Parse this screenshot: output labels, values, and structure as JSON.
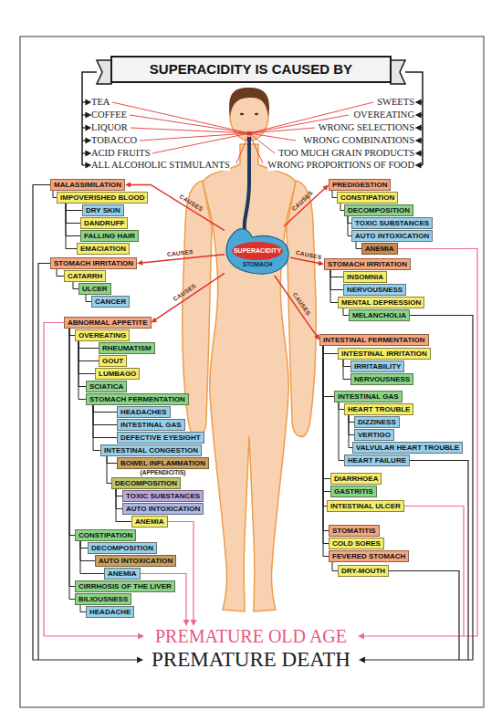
{
  "diagram": {
    "title": "SUPERACIDITY IS CAUSED BY",
    "nodes": [
      {
        "text": [
          "SUPERACIDITY",
          "STOMACH"
        ]
      },
      {
        "text": [
          "MALASSIMILATION"
        ]
      },
      {
        "text": [
          "IMPOVERISHED BLOOD"
        ]
      },
      {
        "text": [
          "DRY SKIN"
        ]
      },
      {
        "text": [
          "DANDRUFF"
        ]
      },
      {
        "text": [
          "FALLING HAIR"
        ]
      },
      {
        "text": [
          "EMACIATION"
        ]
      },
      {
        "text": [
          "STOMACH IRRITATION"
        ]
      },
      {
        "text": [
          "CATARRH"
        ]
      },
      {
        "text": [
          "ULCER"
        ]
      },
      {
        "text": [
          "CANCER"
        ]
      },
      {
        "text": [
          "ABNORMAL APPETITE"
        ]
      },
      {
        "text": [
          "OVEREATING"
        ]
      },
      {
        "text": [
          "RHEUMATISM"
        ]
      },
      {
        "text": [
          "GOUT"
        ]
      },
      {
        "text": [
          "LUMBAGO"
        ]
      },
      {
        "text": [
          "SCIATICA"
        ]
      },
      {
        "text": [
          "STOMACH FERMENTATION"
        ]
      },
      {
        "text": [
          "HEADACHES"
        ]
      },
      {
        "text": [
          "INTESTINAL GAS"
        ]
      },
      {
        "text": [
          "DEFECTIVE EYESIGHT"
        ]
      },
      {
        "text": [
          "INTESTINAL CONGESTION"
        ]
      },
      {
        "text": [
          "BOWEL INFLAMMATION",
          "(APPENDICITIS)"
        ]
      },
      {
        "text": [
          "DECOMPOSITION"
        ]
      },
      {
        "text": [
          "TOXIC SUBSTANCES"
        ]
      },
      {
        "text": [
          "AUTO INTOXICATION"
        ]
      },
      {
        "text": [
          "ANEMIA"
        ]
      },
      {
        "text": [
          "CONSTIPATION"
        ]
      },
      {
        "text": [
          "DECOMPOSITION"
        ]
      },
      {
        "text": [
          "AUTO INTOXICATION"
        ]
      },
      {
        "text": [
          "ANEMIA"
        ]
      },
      {
        "text": [
          "CIRRHOSIS OF THE LIVER"
        ]
      },
      {
        "text": [
          "BILIOUSNESS"
        ]
      },
      {
        "text": [
          "HEADACHE"
        ]
      },
      {
        "text": [
          "PREDIGESTION"
        ]
      },
      {
        "text": [
          "CONSTIPATION"
        ]
      },
      {
        "text": [
          "DECOMPOSITION"
        ]
      },
      {
        "text": [
          "TOXIC SUBSTANCES"
        ]
      },
      {
        "text": [
          "AUTO INTOXICATION"
        ]
      },
      {
        "text": [
          "ANEMIA"
        ]
      },
      {
        "text": [
          "STOMACH IRRITATION"
        ]
      },
      {
        "text": [
          "INSOMNIA"
        ]
      },
      {
        "text": [
          "NERVOUSNESS"
        ]
      },
      {
        "text": [
          "MENTAL DEPRESSION"
        ]
      },
      {
        "text": [
          "MELANCHOLIA"
        ]
      },
      {
        "text": [
          "INTESTINAL FERMENTATION"
        ]
      },
      {
        "text": [
          "INTESTINAL IRRITATION"
        ]
      },
      {
        "text": [
          "IRRITABILITY"
        ]
      },
      {
        "text": [
          "NERVOUSNESS"
        ]
      },
      {
        "text": [
          "INTESTINAL GAS"
        ]
      },
      {
        "text": [
          "HEART TROUBLE"
        ]
      },
      {
        "text": [
          "DIZZINESS"
        ]
      },
      {
        "text": [
          "VERTIGO"
        ]
      },
      {
        "text": [
          "VALVULAR HEART TROUBLE"
        ]
      },
      {
        "text": [
          "HEART FAILURE"
        ]
      },
      {
        "text": [
          "DIARRHOEA"
        ]
      },
      {
        "text": [
          "GASTRITIS"
        ]
      },
      {
        "text": [
          "INTESTINAL ULCER"
        ]
      },
      {
        "text": [
          "STOMATITIS"
        ]
      },
      {
        "text": [
          "COLD SORES"
        ]
      },
      {
        "text": [
          "FEVERED STOMACH"
        ]
      },
      {
        "text": [
          "DRY-MOUTH"
        ]
      }
    ],
    "edges": [
      {
        "from": 0,
        "to": 1,
        "label": "CAUSES",
        "arrow": "to"
      },
      {
        "from": 0,
        "to": 34,
        "label": "CAUSES",
        "arrow": "to"
      },
      {
        "from": 0,
        "to": 7,
        "label": "CAUSES",
        "arrow": "to"
      },
      {
        "from": 0,
        "to": 40,
        "label": "CAUSES",
        "arrow": "to"
      },
      {
        "from": 0,
        "to": 11,
        "label": "CAUSES",
        "arrow": "to"
      },
      {
        "from": 0,
        "to": 45,
        "label": "CAUSES",
        "arrow": "to"
      },
      {
        "from": 1,
        "to": 2,
        "arrow": "none"
      },
      {
        "from": 2,
        "to": 3,
        "arrow": "none"
      },
      {
        "from": 2,
        "to": 4,
        "arrow": "none"
      },
      {
        "from": 2,
        "to": 5,
        "arrow": "none"
      },
      {
        "from": 2,
        "to": 6,
        "arrow": "none"
      },
      {
        "from": 7,
        "to": 8,
        "arrow": "none"
      },
      {
        "from": 8,
        "to": 9,
        "arrow": "none"
      },
      {
        "from": 9,
        "to": 10,
        "arrow": "none"
      },
      {
        "from": 11,
        "to": 12,
        "arrow": "none"
      },
      {
        "from": 11,
        "to": 27,
        "arrow": "none"
      },
      {
        "from": 11,
        "to": 31,
        "arrow": "none"
      },
      {
        "from": 11,
        "to": 32,
        "arrow": "none"
      },
      {
        "from": 12,
        "to": 13,
        "arrow": "none"
      },
      {
        "from": 12,
        "to": 14,
        "arrow": "none"
      },
      {
        "from": 12,
        "to": 15,
        "arrow": "none"
      },
      {
        "from": 12,
        "to": 16,
        "arrow": "none"
      },
      {
        "from": 12,
        "to": 17,
        "arrow": "none"
      },
      {
        "from": 17,
        "to": 18,
        "arrow": "none"
      },
      {
        "from": 17,
        "to": 19,
        "arrow": "none"
      },
      {
        "from": 17,
        "to": 20,
        "arrow": "none"
      },
      {
        "from": 17,
        "to": 21,
        "arrow": "none"
      },
      {
        "from": 21,
        "to": 22,
        "arrow": "none"
      },
      {
        "from": 21,
        "to": 23,
        "arrow": "none"
      },
      {
        "from": 23,
        "to": 24,
        "arrow": "none"
      },
      {
        "from": 23,
        "to": 25,
        "arrow": "none"
      },
      {
        "from": 23,
        "to": 26,
        "arrow": "none"
      },
      {
        "from": 27,
        "to": 28,
        "arrow": "none"
      },
      {
        "from": 27,
        "to": 29,
        "arrow": "none"
      },
      {
        "from": 27,
        "to": 30,
        "arrow": "none"
      },
      {
        "from": 32,
        "to": 33,
        "arrow": "none"
      },
      {
        "from": 34,
        "to": 35,
        "arrow": "none"
      },
      {
        "from": 35,
        "to": 36,
        "arrow": "none"
      },
      {
        "from": 36,
        "to": 37,
        "arrow": "none"
      },
      {
        "from": 36,
        "to": 38,
        "arrow": "none"
      },
      {
        "from": 38,
        "to": 39,
        "arrow": "none"
      },
      {
        "from": 40,
        "to": 41,
        "arrow": "none"
      },
      {
        "from": 40,
        "to": 42,
        "arrow": "none"
      },
      {
        "from": 40,
        "to": 43,
        "arrow": "none"
      },
      {
        "from": 43,
        "to": 44,
        "arrow": "none"
      },
      {
        "from": 45,
        "to": 46,
        "arrow": "none"
      },
      {
        "from": 45,
        "to": 49,
        "arrow": "none"
      },
      {
        "from": 45,
        "to": 55,
        "arrow": "none"
      },
      {
        "from": 45,
        "to": 56,
        "arrow": "none"
      },
      {
        "from": 45,
        "to": 57,
        "arrow": "none"
      },
      {
        "from": 45,
        "to": 58,
        "arrow": "none"
      },
      {
        "from": 45,
        "to": 59,
        "arrow": "none"
      },
      {
        "from": 45,
        "to": 60,
        "arrow": "none"
      },
      {
        "from": 46,
        "to": 47,
        "arrow": "none"
      },
      {
        "from": 46,
        "to": 48,
        "arrow": "none"
      },
      {
        "from": 49,
        "to": 50,
        "arrow": "none"
      },
      {
        "from": 49,
        "to": 54,
        "arrow": "none"
      },
      {
        "from": 50,
        "to": 51,
        "arrow": "none"
      },
      {
        "from": 50,
        "to": 52,
        "arrow": "none"
      },
      {
        "from": 50,
        "to": 53,
        "arrow": "none"
      },
      {
        "from": 60,
        "to": 61,
        "arrow": "none"
      }
    ],
    "labels": [
      "TEA",
      "COFFEE",
      "LIQUOR",
      "TOBACCO",
      "ACID FRUITS",
      "ALL ALCOHOLIC STIMULANTS",
      "SWEETS",
      "OVEREATING",
      "WRONG SELECTIONS",
      "WRONG COMBINATIONS",
      "TOO MUCH GRAIN PRODUCTS",
      "WRONG PROPORTIONS OF FOOD",
      "PREMATURE OLD AGE",
      "PREMATURE DEATH"
    ]
  }
}
